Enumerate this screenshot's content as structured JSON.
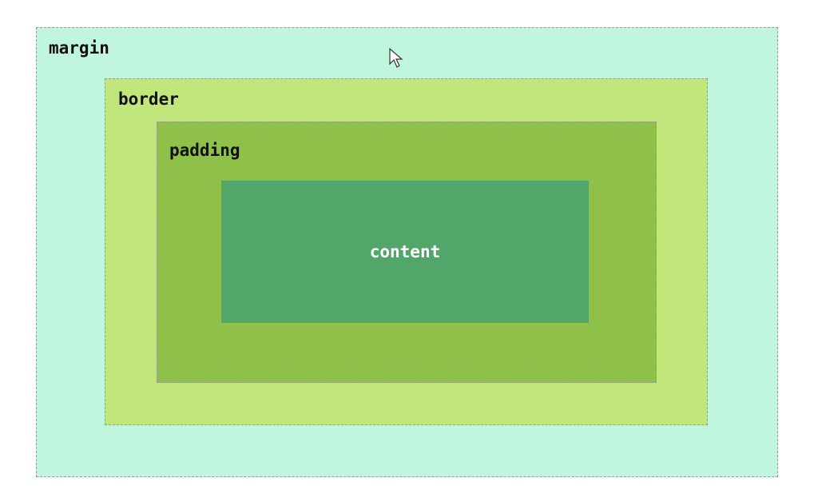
{
  "labels": {
    "margin": "margin",
    "border": "border",
    "padding": "padding",
    "content": "content"
  },
  "colors": {
    "margin": "#c0f5de",
    "border": "#c0e67c",
    "padding": "#8fc04a",
    "content": "#52a66a"
  }
}
